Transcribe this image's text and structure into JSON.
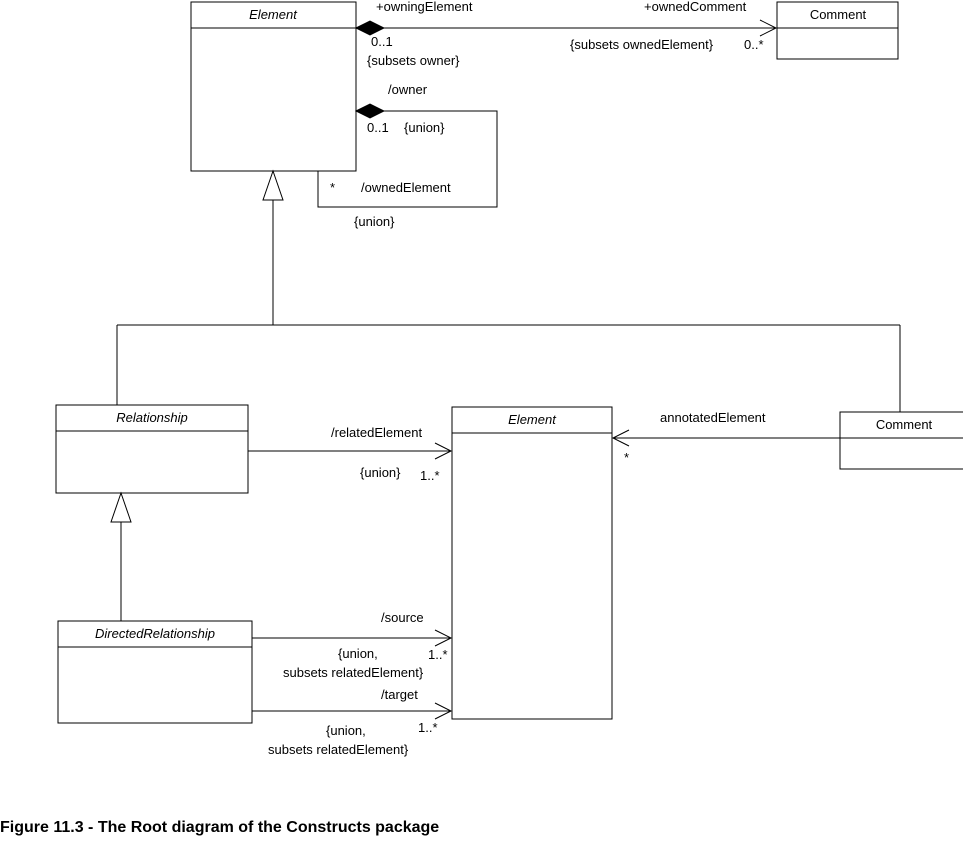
{
  "classes": {
    "element_top": "Element",
    "comment_top": "Comment",
    "relationship": "Relationship",
    "element_mid": "Element",
    "comment_mid": "Comment",
    "directed_relationship": "DirectedRelationship"
  },
  "labels": {
    "owning_element": "+owningElement",
    "owning_mult": "0..1",
    "owning_subsets": "{subsets owner}",
    "owned_comment": "+ownedComment",
    "owned_comment_subsets": "{subsets ownedElement}",
    "owned_comment_mult": "0..*",
    "owner": "/owner",
    "owner_mult": "0..1",
    "owner_union": "{union}",
    "owned_element_mult": "*",
    "owned_element": "/ownedElement",
    "owned_element_union": "{union}",
    "related_element": "/relatedElement",
    "related_union": "{union}",
    "related_mult": "1..*",
    "annotated_element": "annotatedElement",
    "annotated_mult": "*",
    "source": "/source",
    "source_union": "{union,",
    "source_subsets": "subsets relatedElement}",
    "source_mult": "1..*",
    "target": "/target",
    "target_union": "{union,",
    "target_subsets": "subsets relatedElement}",
    "target_mult": "1..*"
  },
  "caption": "Figure 11.3 - The Root diagram of the Constructs package"
}
